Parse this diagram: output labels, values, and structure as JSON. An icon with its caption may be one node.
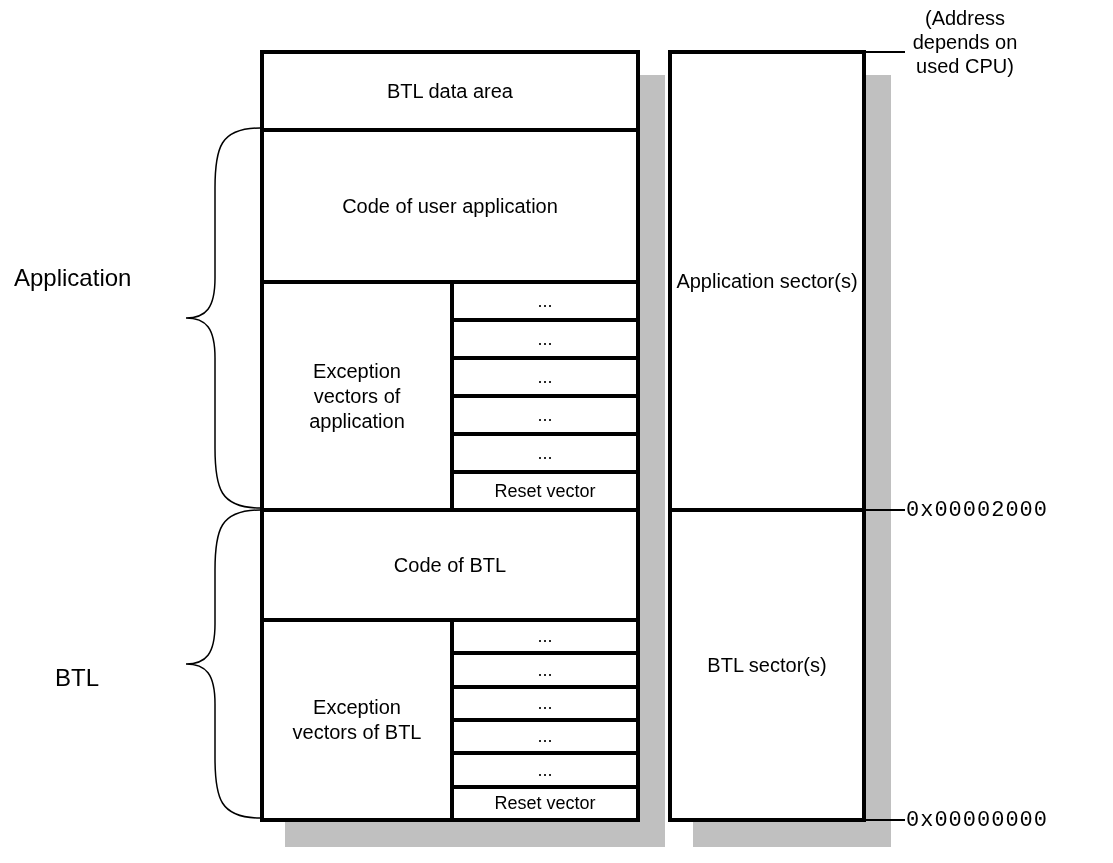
{
  "diagram": {
    "nodes": [
      {
        "text": [
          "BTL data area"
        ]
      },
      {
        "text": [
          "Code of user application"
        ]
      },
      {
        "text": [
          "Exception vectors of application"
        ]
      },
      {
        "text": [
          "..."
        ]
      },
      {
        "text": [
          "..."
        ]
      },
      {
        "text": [
          "..."
        ]
      },
      {
        "text": [
          "..."
        ]
      },
      {
        "text": [
          "..."
        ]
      },
      {
        "text": [
          "Reset vector"
        ]
      },
      {
        "text": [
          "Code of BTL"
        ]
      },
      {
        "text": [
          "Exception vectors of BTL"
        ]
      },
      {
        "text": [
          "..."
        ]
      },
      {
        "text": [
          "..."
        ]
      },
      {
        "text": [
          "..."
        ]
      },
      {
        "text": [
          "..."
        ]
      },
      {
        "text": [
          "..."
        ]
      },
      {
        "text": [
          "Reset vector"
        ]
      },
      {
        "text": [
          "Application sector(s)"
        ]
      },
      {
        "text": [
          "BTL sector(s)"
        ]
      }
    ],
    "edges": [],
    "labels": [
      "Application",
      "BTL",
      "(Address depends on used CPU)",
      "0x00002000",
      "0x00000000"
    ]
  }
}
